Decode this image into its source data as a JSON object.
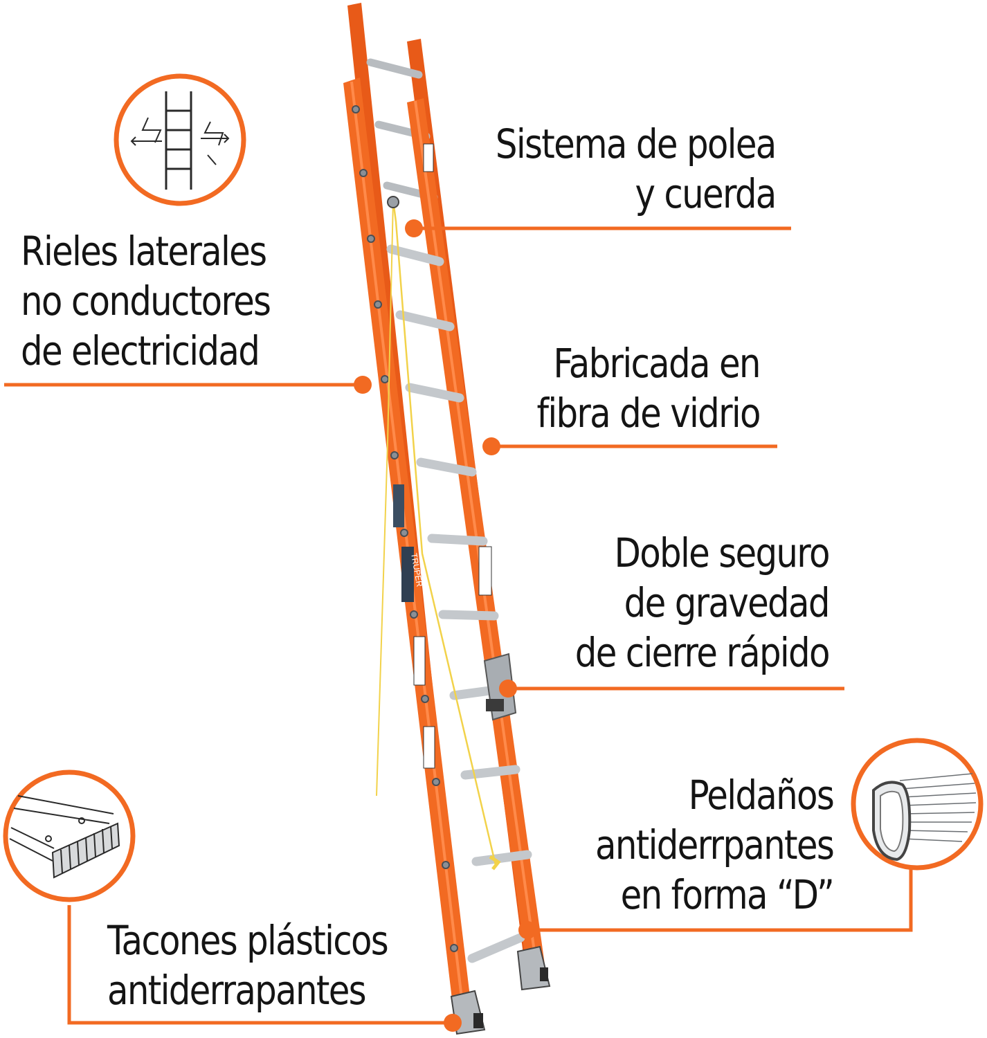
{
  "colors": {
    "accent": "#f26a22",
    "ladder_orange": "#f0641e",
    "rung_metal": "#c4c8cc",
    "rope": "#f2d24a",
    "text": "#141414"
  },
  "callouts": {
    "pulley": {
      "lines": [
        "Sistema de polea",
        "y cuerda"
      ]
    },
    "rails": {
      "lines": [
        "Rieles laterales",
        "no conductores",
        "de electricidad"
      ],
      "icon": "non-conductive-ladder-icon"
    },
    "fiberglass": {
      "lines": [
        "Fabricada en",
        "fibra de vidrio"
      ]
    },
    "lock": {
      "lines": [
        "Doble seguro",
        "de gravedad",
        "de cierre rápido"
      ]
    },
    "rungs": {
      "lines": [
        "Peldaños",
        "antiderrpantes",
        "en forma “D”"
      ],
      "icon": "d-rung-icon"
    },
    "feet": {
      "lines": [
        "Tacones plásticos",
        "antiderrapantes"
      ],
      "icon": "plastic-foot-icon"
    }
  },
  "ladder": {
    "brand_label": "TRUPER"
  }
}
